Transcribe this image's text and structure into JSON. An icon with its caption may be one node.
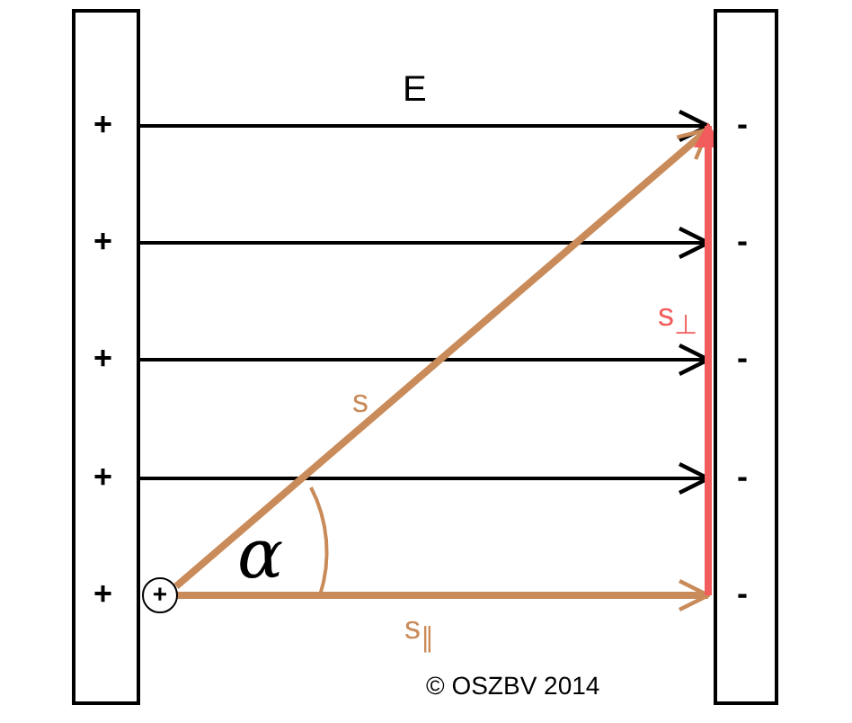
{
  "diagram": {
    "nodes": [
      {
        "text": [],
        "shape": "box"
      },
      {
        "text": [],
        "shape": "box"
      },
      {
        "text": [
          "+"
        ]
      }
    ],
    "edges": [
      {
        "from": 0,
        "to": 1,
        "arrow": "to",
        "label": "E"
      },
      {
        "from": 0,
        "to": 1,
        "arrow": "to"
      },
      {
        "from": 0,
        "to": 1,
        "arrow": "to"
      },
      {
        "from": 0,
        "to": 1,
        "arrow": "to"
      },
      {
        "from": 2,
        "to": 1,
        "arrow": "to",
        "label": "s",
        "style": "thick",
        "color": "#c98b5a"
      },
      {
        "from": 2,
        "to": 1,
        "arrow": "to",
        "label": "s$_{∥}$",
        "style": "thick",
        "color": "#c98b5a"
      }
    ],
    "labels": [
      "+",
      "-",
      "+",
      "-",
      "s$_{⊥}$",
      "+",
      "-",
      "+",
      "-",
      "α",
      "+",
      "-",
      "© OSZBV 2014"
    ]
  }
}
